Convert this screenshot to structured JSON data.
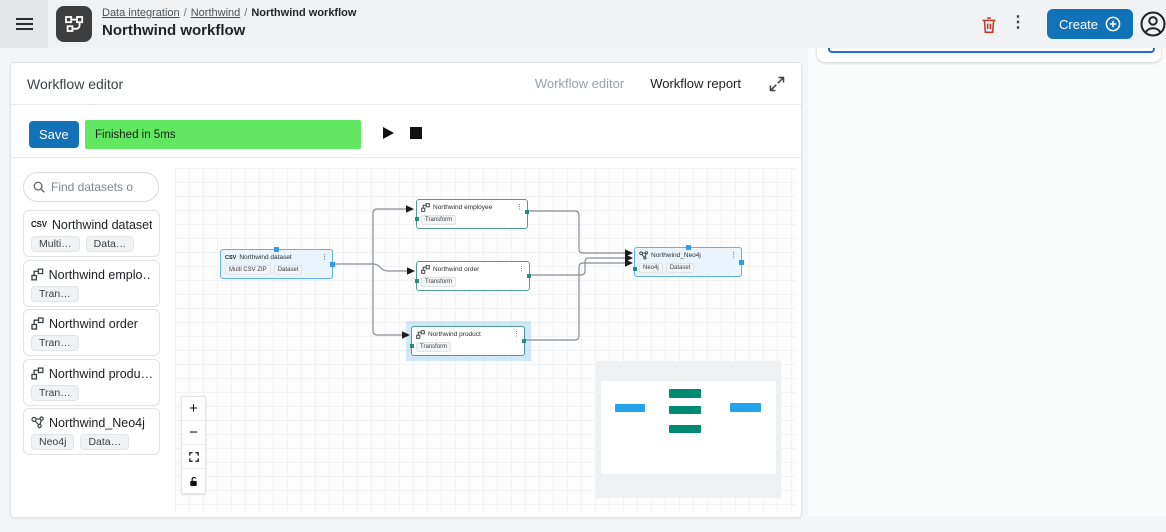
{
  "icons": {
    "kebab": "⋮"
  },
  "colors": {
    "primary_blue": "#1172b8",
    "status_green": "#62e762",
    "node_teal_border": "#4f9e93",
    "selection_blue": "#5fb3ea",
    "handle_blue": "#2f9df4",
    "minimap_blue": "#24a3ee",
    "minimap_teal": "#008a73",
    "trash_red": "#c0392b"
  },
  "header": {
    "breadcrumb": [
      {
        "label": "Data integration"
      },
      {
        "label": "Northwind"
      },
      {
        "label": "Northwind workflow"
      }
    ],
    "title": "Northwind workflow",
    "create_label": "Create"
  },
  "panel": {
    "title": "Workflow editor",
    "tabs": [
      {
        "label": "Workflow editor",
        "active": false
      },
      {
        "label": "Workflow report",
        "active": true
      }
    ],
    "toolbar": {
      "save_label": "Save",
      "status_text": "Finished in 5ms"
    },
    "search_placeholder": "Find datasets o",
    "sidebar_items": [
      {
        "icon": "csv-file",
        "icon_label": "CSV",
        "label": "Northwind dataset",
        "chips": [
          "Multi…",
          "Data…"
        ]
      },
      {
        "icon": "transform",
        "label": "Northwind emplo…",
        "chips": [
          "Tran…"
        ]
      },
      {
        "icon": "transform",
        "label": "Northwind order",
        "chips": [
          "Tran…"
        ]
      },
      {
        "icon": "transform",
        "label": "Northwind produ…",
        "chips": [
          "Tran…"
        ]
      },
      {
        "icon": "neo4j-graph",
        "label": "Northwind_Neo4j",
        "chips": [
          "Neo4j",
          "Data…"
        ]
      }
    ]
  },
  "canvas": {
    "nodes": [
      {
        "id": "dataset",
        "icon": "csv-file",
        "icon_label": "CSV",
        "label": "Northwind dataset",
        "chips": [
          "Multi CSV ZIP",
          "Dataset"
        ],
        "selected": true
      },
      {
        "id": "employee",
        "icon": "transform",
        "label": "Northwind employee",
        "chips": [
          "Transform"
        ],
        "selected": false
      },
      {
        "id": "order",
        "icon": "transform",
        "label": "Northwind order",
        "chips": [
          "Transform"
        ],
        "selected": false
      },
      {
        "id": "product",
        "icon": "transform",
        "label": "Northwind product",
        "chips": [
          "Transform"
        ],
        "selected": false
      },
      {
        "id": "neo4j",
        "icon": "neo4j-graph",
        "label": "Northwind_Neo4j",
        "chips": [
          "Neo4j",
          "Dataset"
        ],
        "selected": true
      }
    ],
    "controls": [
      "zoom-in",
      "zoom-out",
      "fit-view",
      "lock"
    ],
    "zoom_in_label": "+",
    "zoom_out_label": "−"
  }
}
